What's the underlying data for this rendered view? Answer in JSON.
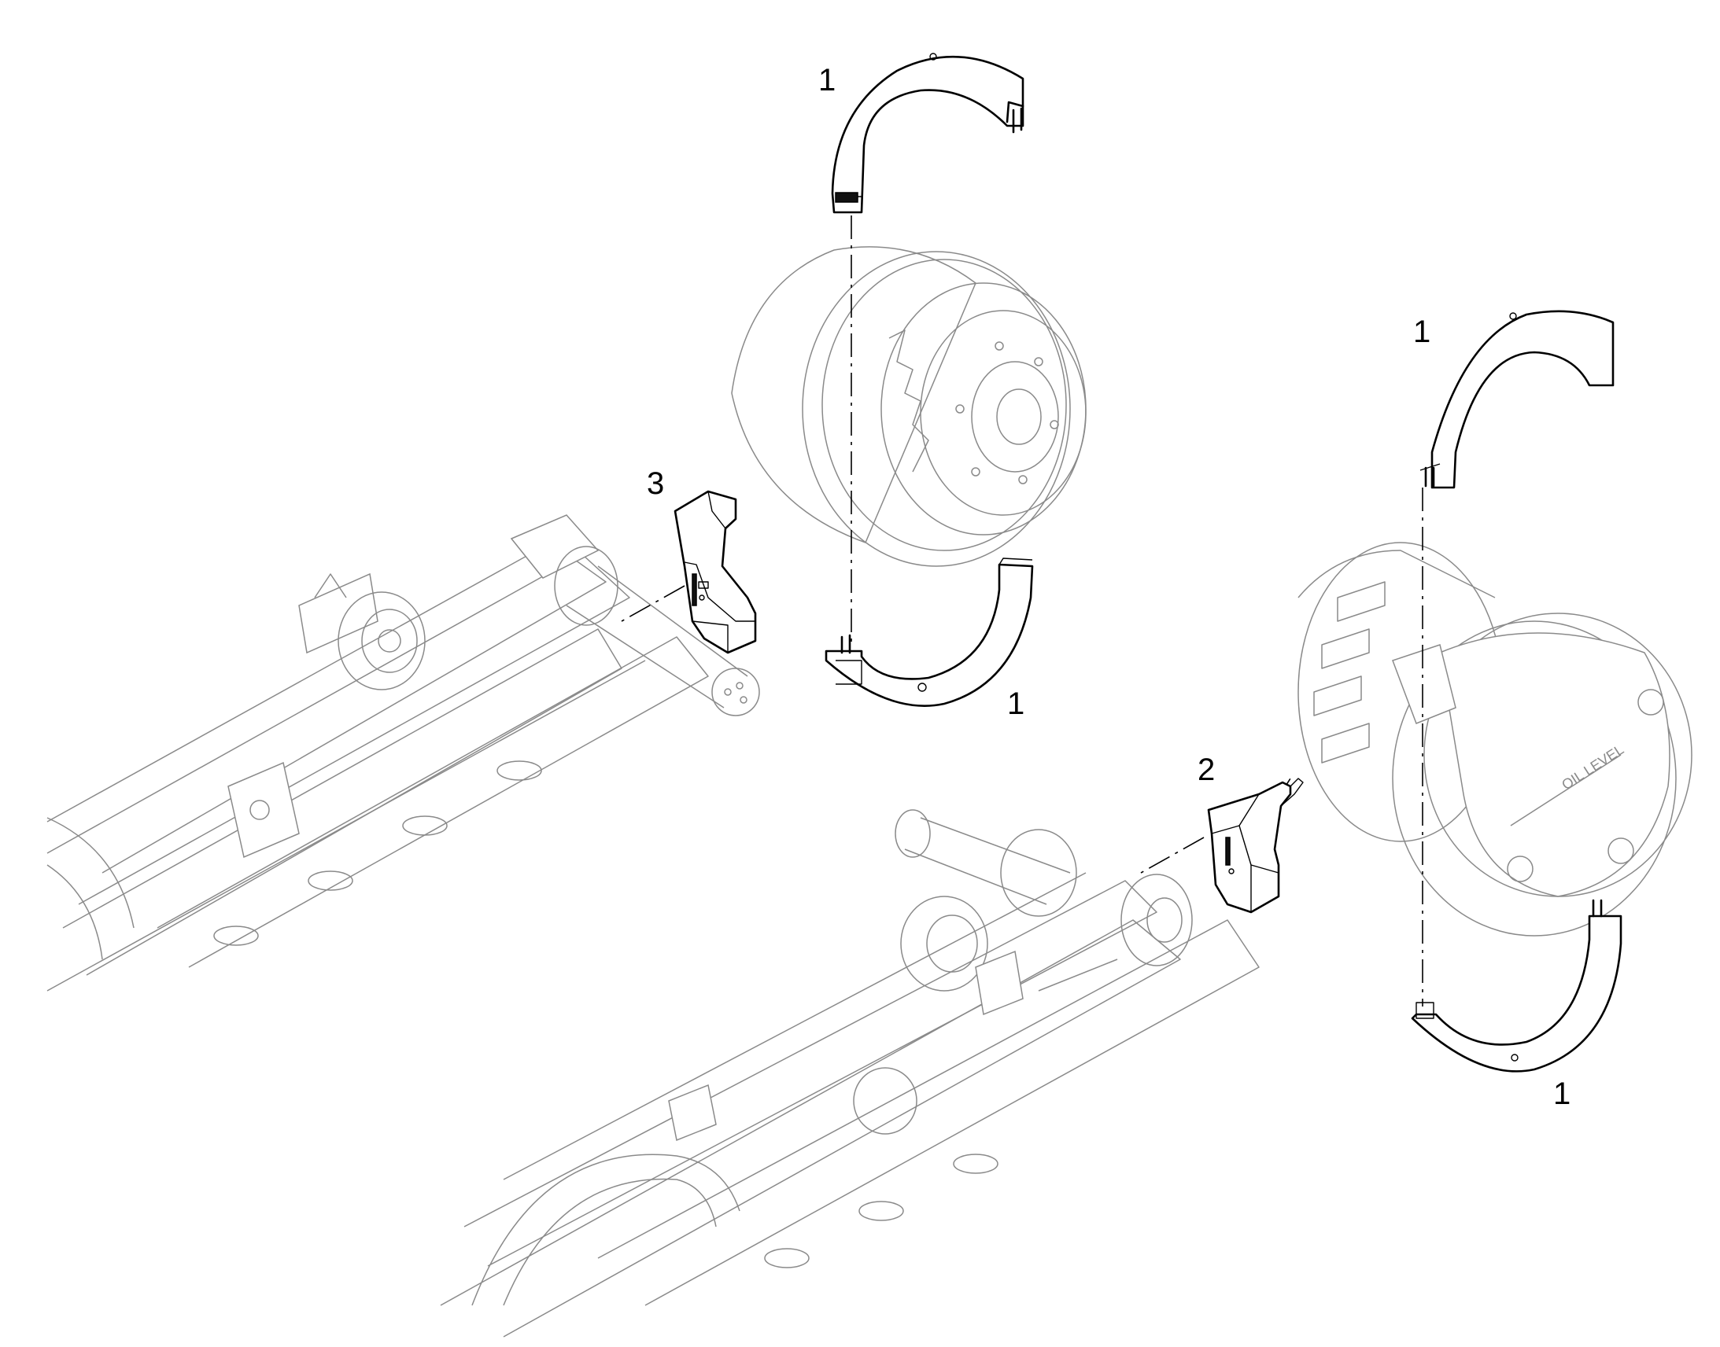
{
  "figure": {
    "callouts": {
      "c1a": "1",
      "c1b": "1",
      "c1c": "1",
      "c1d": "1",
      "c2": "2",
      "c3": "3"
    },
    "hub_cover_text": "OIL LEVEL"
  }
}
